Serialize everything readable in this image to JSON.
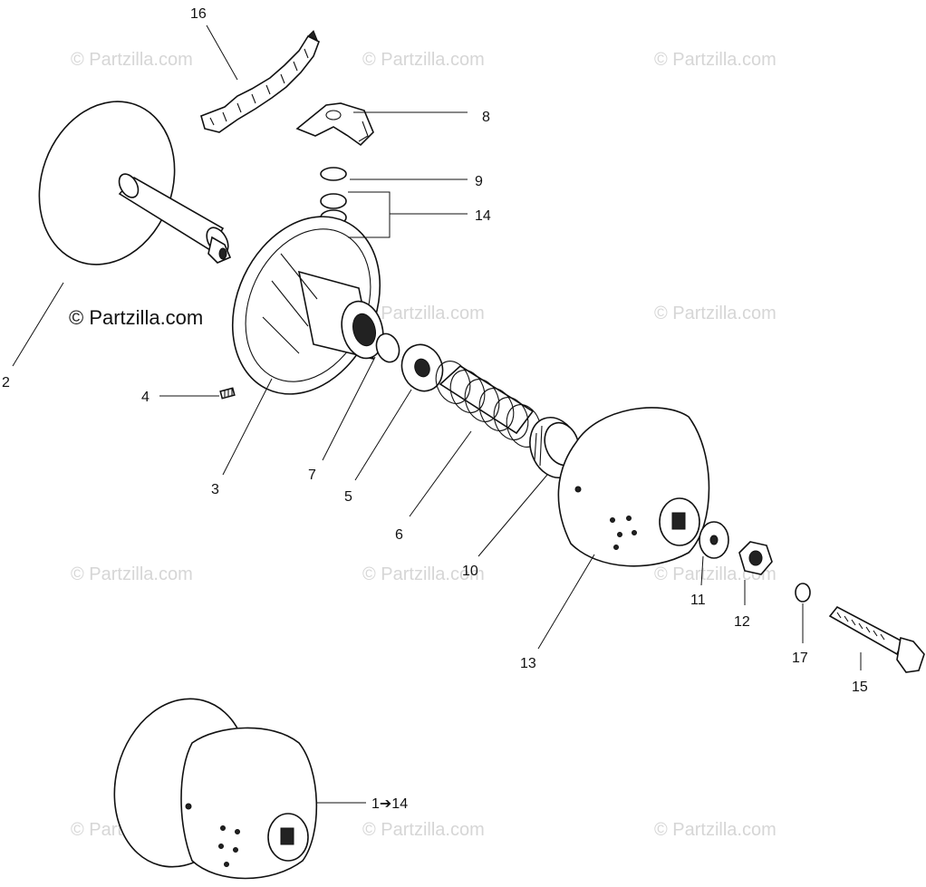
{
  "watermark": "© Partzilla.com",
  "callouts": {
    "c1_14": "1➔14",
    "c2": "2",
    "c3": "3",
    "c4": "4",
    "c5": "5",
    "c6": "6",
    "c7": "7",
    "c8": "8",
    "c9": "9",
    "c10": "10",
    "c11": "11",
    "c12": "12",
    "c13": "13",
    "c14": "14",
    "c15": "15",
    "c16": "16",
    "c17": "17"
  }
}
